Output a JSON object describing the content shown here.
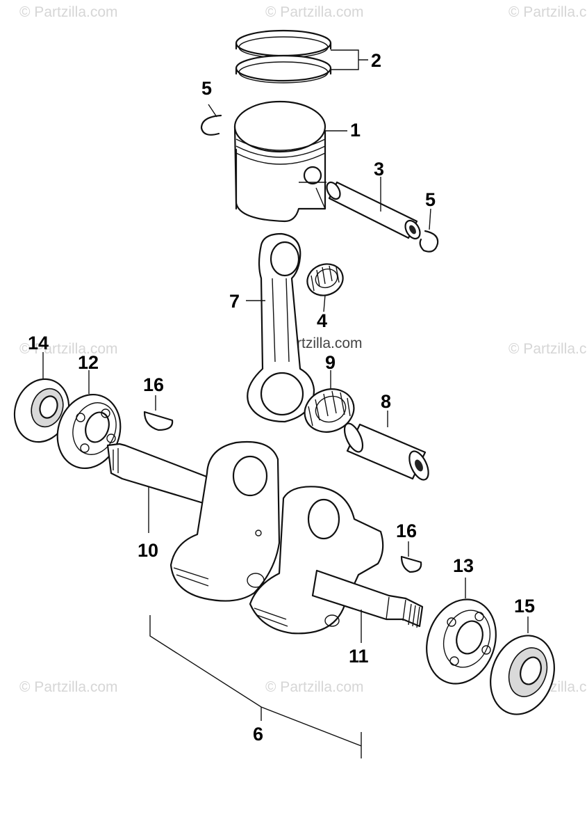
{
  "watermark": {
    "text": "© Partzilla.com"
  },
  "callouts": {
    "p1": "1",
    "p2": "2",
    "p3": "3",
    "p4": "4",
    "p5a": "5",
    "p5b": "5",
    "p6": "6",
    "p7": "7",
    "p8": "8",
    "p9": "9",
    "p10": "10",
    "p11": "11",
    "p12": "12",
    "p13": "13",
    "p14": "14",
    "p15": "15",
    "p16a": "16",
    "p16b": "16"
  }
}
